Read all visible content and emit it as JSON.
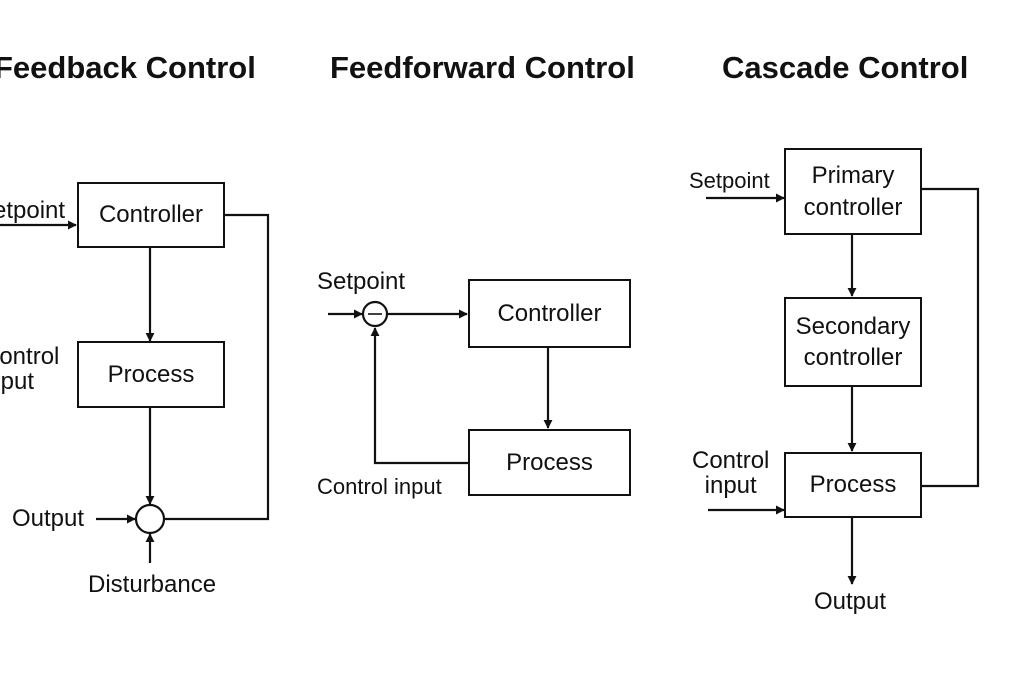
{
  "titles": {
    "feedback": "Feedback Control",
    "feedforward": "Feedforward Control",
    "cascade": "Cascade Control"
  },
  "feedback": {
    "controller": "Controller",
    "process": "Process",
    "setpoint": "Setpoint",
    "control_input": "Control\ninput",
    "output": "Output",
    "disturbance": "Disturbance"
  },
  "feedforward": {
    "setpoint": "Setpoint",
    "controller": "Controller",
    "process": "Process",
    "control_input": "Control input"
  },
  "cascade": {
    "setpoint": "Setpoint",
    "primary": "Primary\ncontroller",
    "secondary": "Secondary\ncontroller",
    "process": "Process",
    "control_input": "Control\ninput",
    "output": "Output"
  },
  "colors": {
    "ink": "#111111",
    "background": "#ffffff"
  }
}
